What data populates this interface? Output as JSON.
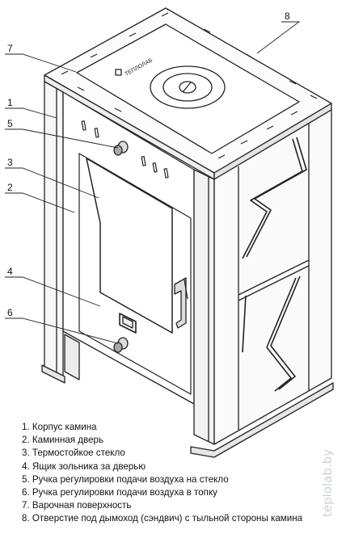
{
  "brand": "ТЕПЛОЛАБ",
  "watermark": "teplolab.by",
  "callouts": [
    "8",
    "7",
    "1",
    "5",
    "3",
    "2",
    "4",
    "6"
  ],
  "legend": [
    "1. Корпус камина",
    "2. Каминная дверь",
    "3. Термостойкое стекло",
    "4. Ящик зольника за дверью",
    "5. Ручка регулировки подачи воздуха на стекло",
    "6. Ручка регулировки подачи воздуха в топку",
    "7. Варочная поверхность",
    "8. Отверстие под дымоход (сэндвич) с тыльной стороны камина"
  ]
}
